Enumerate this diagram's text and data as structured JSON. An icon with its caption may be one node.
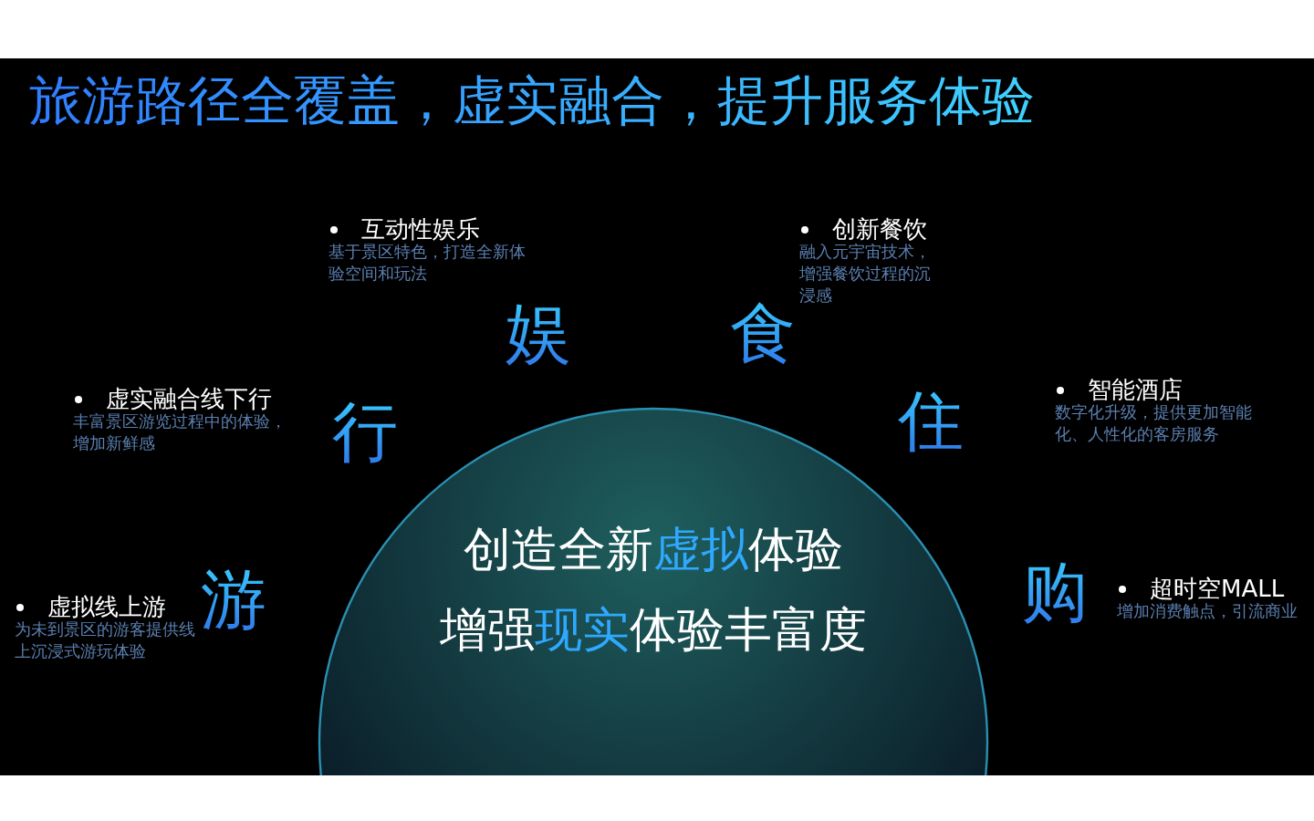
{
  "diagram": {
    "title": "旅游路径全覆盖，虚实融合，提升服务体验",
    "nodes": [
      {
        "text": [
          "创造全新",
          "虚拟",
          "体验",
          "增强",
          "现实",
          "体验丰富度"
        ]
      }
    ],
    "labels": [
      "互动性娱乐",
      "基于景区特色，打造全新体验空间和玩法",
      "创新餐饮",
      "融入元宇宙技术，增强餐饮过程的沉浸感",
      "娱",
      "食",
      "智能酒店",
      "数字化升级，提供更加智能化、人性化的客房服务",
      "虚实融合线下行",
      "丰富景区游览过程中的体验，增加新鲜感",
      "行",
      "住",
      "虚拟线上游",
      "为未到景区的游客提供线上沉浸式游玩体验",
      "游",
      "超时空MALL",
      "增加消费触点，引流商业",
      "购"
    ]
  }
}
